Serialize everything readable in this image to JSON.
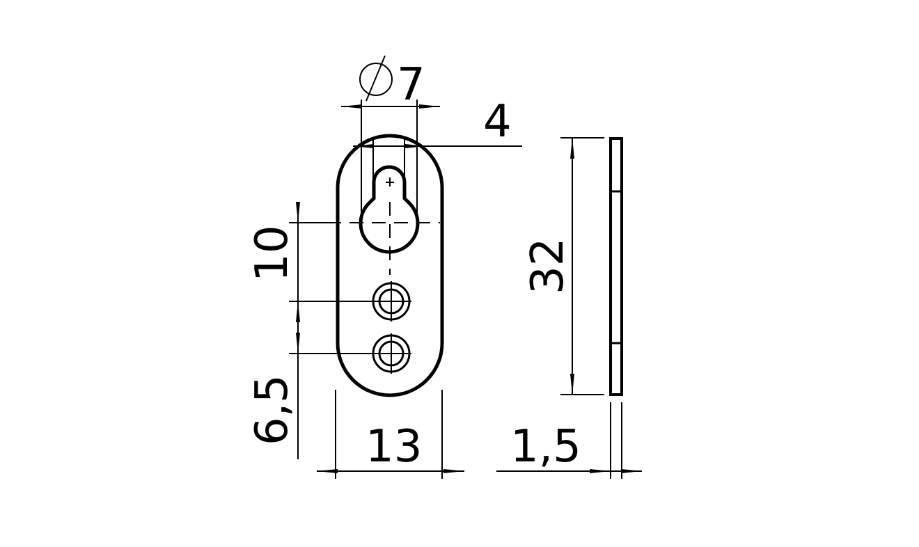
{
  "drawing": {
    "dimensions": {
      "hole_diameter": "Ø7",
      "slot_width": "4",
      "hole_spacing": "10",
      "bottom_offset": "6,5",
      "plate_width": "13",
      "plate_length": "32",
      "plate_thickness": "1,5"
    },
    "colors": {
      "line": "#000000",
      "background": "#ffffff"
    }
  }
}
